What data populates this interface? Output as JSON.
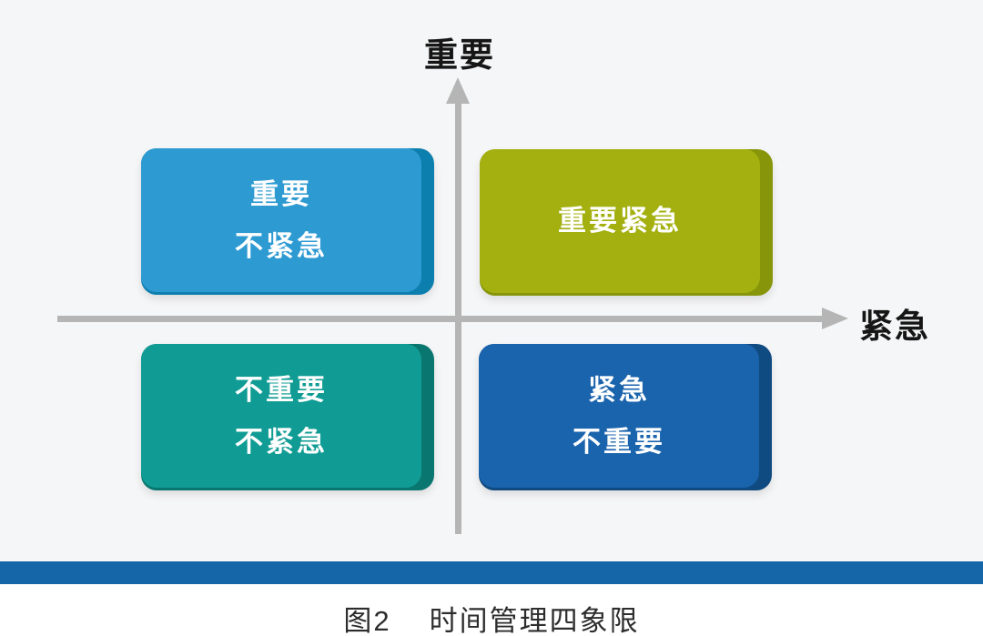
{
  "page": {
    "background": "#f5f6f7",
    "footer_background": "#ffffff",
    "quadrant_text_color": "#ffffff"
  },
  "axes": {
    "y_label": "重要",
    "x_label": "紧急",
    "line_color": "#b5b5b5"
  },
  "quadrants": {
    "top_left": {
      "lines": [
        "重要",
        "不紧急"
      ],
      "face_color": "#2d9ad2",
      "side_color": "#0d7fae"
    },
    "top_right": {
      "lines": [
        "重要紧急"
      ],
      "face_color": "#a3b00f",
      "side_color": "#87950a"
    },
    "bottom_left": {
      "lines": [
        "不重要",
        "不紧急"
      ],
      "face_color": "#109c94",
      "side_color": "#09766f"
    },
    "bottom_right": {
      "lines": [
        "紧急",
        "不重要"
      ],
      "face_color": "#1a63ad",
      "side_color": "#0f4a80"
    }
  },
  "footer": {
    "bar_color": "#1565a9",
    "caption_figure": "图2",
    "caption_title": "时间管理四象限"
  }
}
